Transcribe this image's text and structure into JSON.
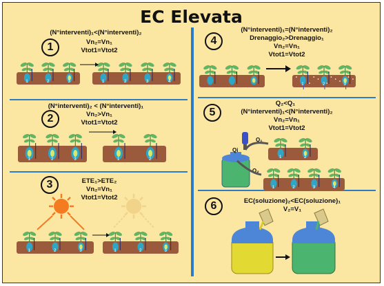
{
  "title": "EC Elevata",
  "panel1": {
    "number": "1",
    "line1": "(N°interventi)₁<(N°interventi)₂",
    "line2": "Vn₂=Vn₁",
    "line3": "Vtot1=Vtot2",
    "labels": [
      "1",
      "2",
      "3",
      "1",
      "2",
      "3",
      "4"
    ]
  },
  "panel2": {
    "number": "2",
    "line1": "(N°interventi)₂ < (N°interventi)₁",
    "line2": "Vn₂>Vn₁",
    "line3": "Vtot1=Vtot2",
    "labels": [
      "1",
      "2",
      "3",
      "1",
      "2"
    ]
  },
  "panel3": {
    "number": "3",
    "line1": "ETE₁>ETE₂",
    "line2": "Vn₂=Vn₁",
    "line3": "Vtot1=Vtot2",
    "labels": [
      "1",
      "2",
      "3",
      "1",
      "2",
      "3"
    ]
  },
  "panel4": {
    "number": "4",
    "line1": "(N°interventi)₁=(N°interventi)₂",
    "line2": "Drenaggio₂>Drenaggio₁",
    "line3": "Vn₂=Vn₁",
    "line4": "Vtot1=Vtot2",
    "labels": [
      "1",
      "2",
      "3"
    ]
  },
  "panel5": {
    "number": "5",
    "line1": "Q₂<Q₁",
    "line2": "(N°interventi)₁<(N°interventi)₂",
    "line3": "Vn₂=Vn₁",
    "line4": "Vtot1=Vtot2",
    "valve": "Qi",
    "q1": "Q₁",
    "q2": "Q₂",
    "labels": [
      "1",
      "2",
      "1",
      "2",
      "3",
      "4"
    ]
  },
  "panel6": {
    "number": "6",
    "line1": "EC(soluzione)₂<EC(soluzione)₁",
    "line2": "V₂=V₁"
  },
  "colors": {
    "background": "#fbe6a2",
    "divider": "#2d7bc4",
    "soil": "#9b5a3c",
    "leaf": "#63b463",
    "root_ball": "#2fa6c6",
    "root_ball_highlight": "#d8e86a",
    "tank_lid": "#4d86d6",
    "tank_body_green": "#4bb56f",
    "tank_body_yellow": "#e3d933",
    "sun_orange": "#f57b21",
    "sun_pale": "#f1d38a"
  }
}
